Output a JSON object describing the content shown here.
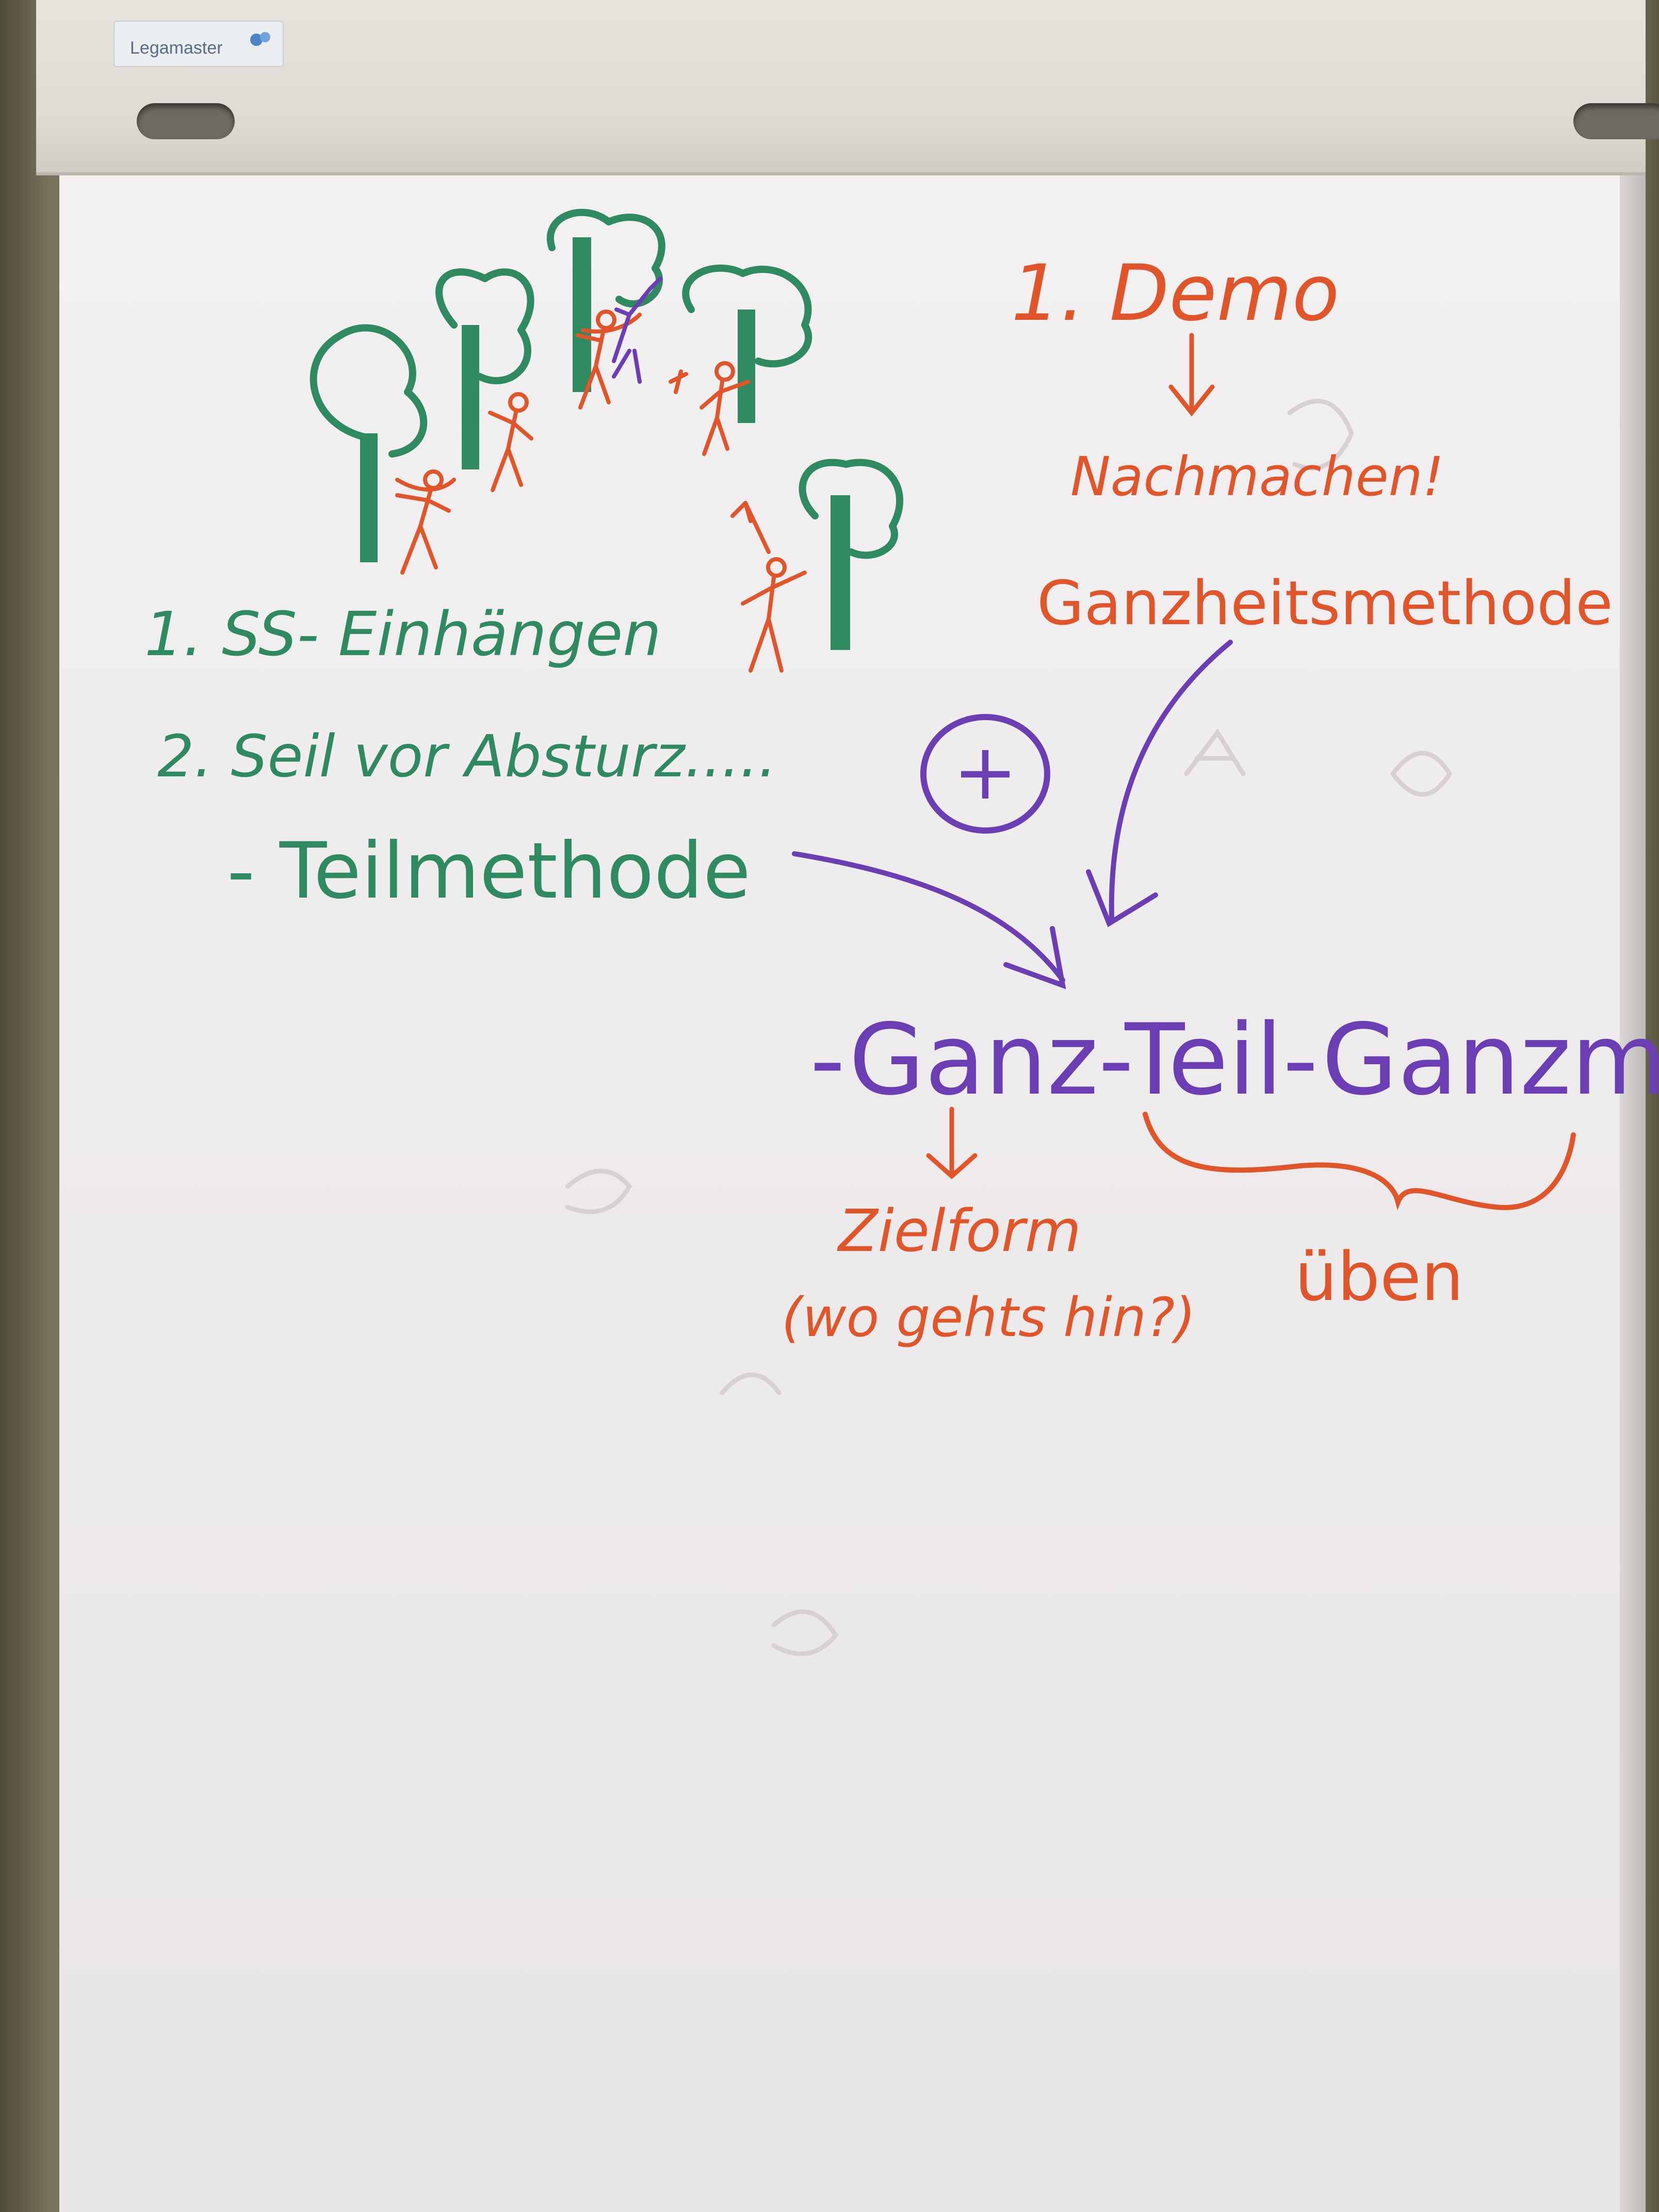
{
  "logo": {
    "text": "Legamaster"
  },
  "notes": {
    "left_item_1": "1. SS- Einhängen",
    "left_item_2": "2. Seil vor Absturz.....",
    "teilmethode": "- Teilmethode",
    "demo": "1. Demo",
    "nachmachen": "Nachmachen!",
    "ganzheitsmethode": "Ganzheitsmethode",
    "plus": "+",
    "ganz_teil_ganz": "-Ganz-Teil-Ganzm.",
    "zielform": "Zielform",
    "wo_gehts_hin": "(wo gehts hin?)",
    "ueben": "üben"
  },
  "colors": {
    "green": "#2f8a62",
    "orange": "#e0562a",
    "purple": "#6b3fb3",
    "paper": "#efedee"
  }
}
